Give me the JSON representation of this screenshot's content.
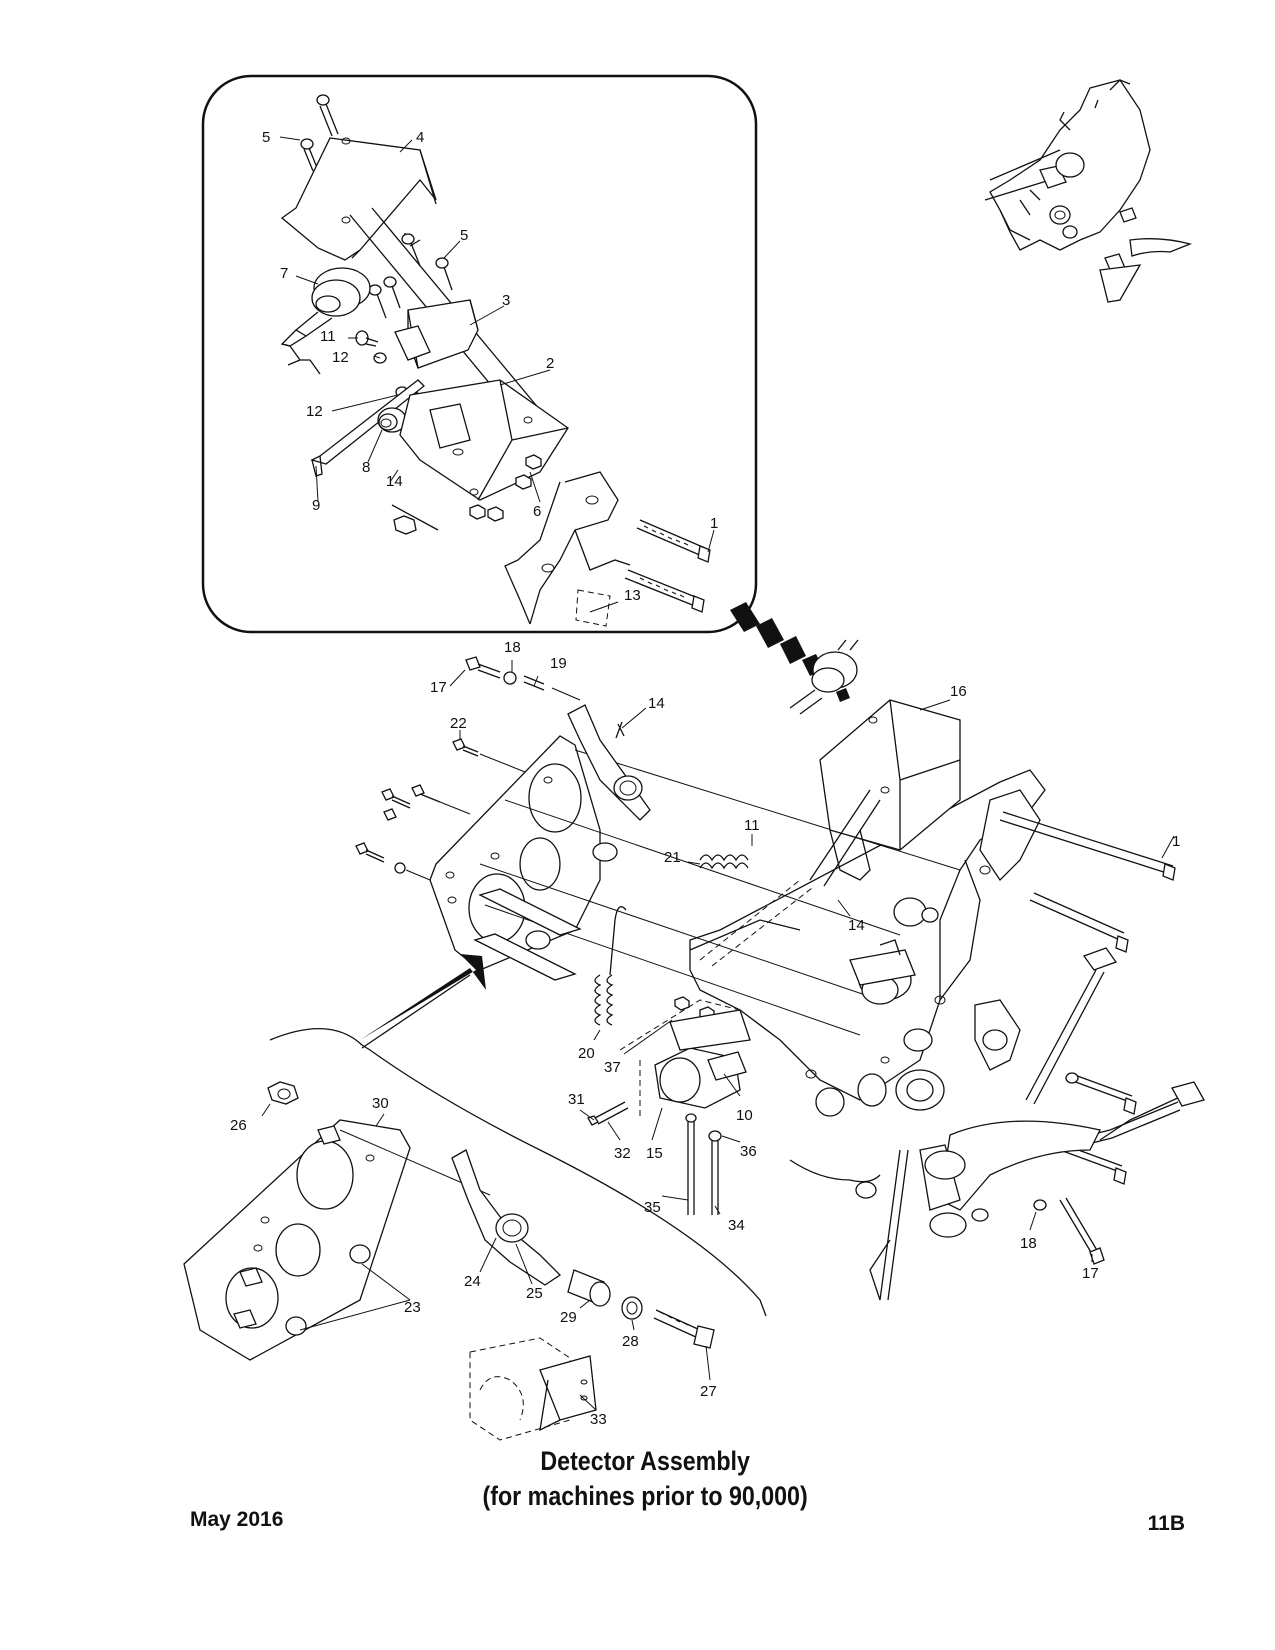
{
  "caption": {
    "line1": "Detector Assembly",
    "line2": "(for machines prior to 90,000)"
  },
  "footer": {
    "date": "May 2016",
    "page": "11B"
  },
  "callouts": {
    "inset": [
      "5",
      "4",
      "5",
      "7",
      "3",
      "11",
      "12",
      "2",
      "12",
      "8",
      "14",
      "6",
      "9",
      "1",
      "13"
    ],
    "main": [
      "18",
      "19",
      "17",
      "14",
      "16",
      "22",
      "11",
      "21",
      "1",
      "14",
      "20",
      "37",
      "31",
      "32",
      "15",
      "10",
      "36",
      "26",
      "30",
      "35",
      "34",
      "18",
      "17",
      "24",
      "25",
      "23",
      "29",
      "28",
      "27",
      "33"
    ]
  }
}
